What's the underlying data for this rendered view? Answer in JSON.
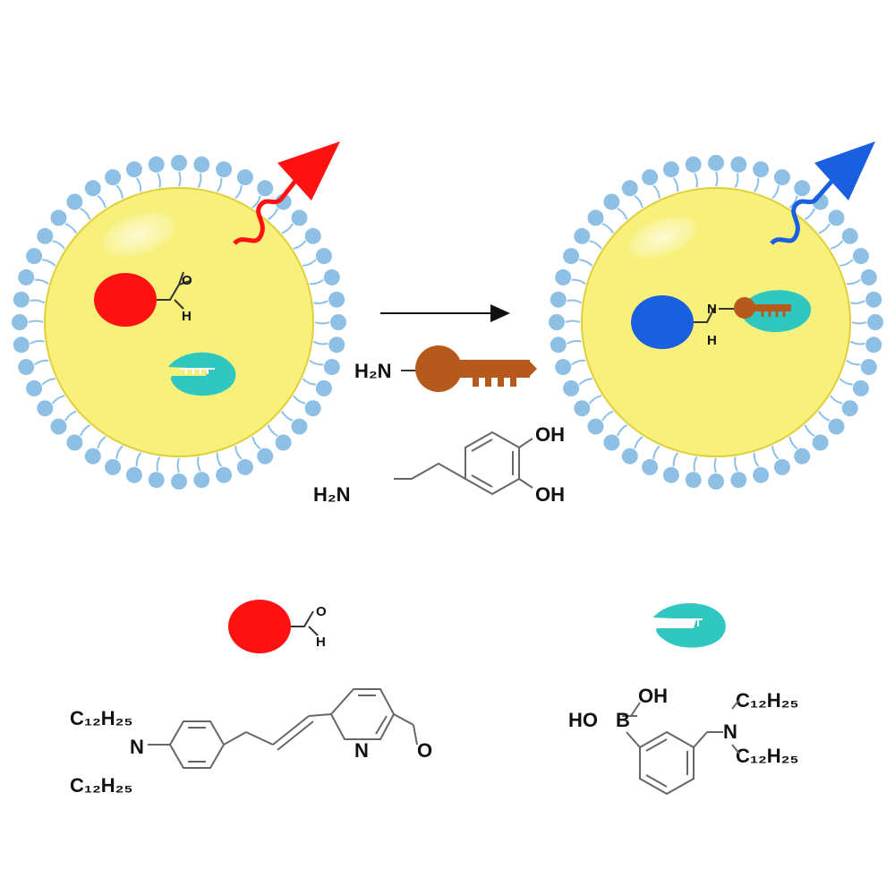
{
  "labels": {
    "aldehyde_O": "O",
    "aldehyde_H": "H",
    "amine_label": "H₂N",
    "dopamine_OH1": "OH",
    "dopamine_OH2": "OH",
    "dopamine_H2N": "H₂N",
    "imine_N": "N",
    "imine_H": "H",
    "legend_aldehyde_O": "O",
    "legend_aldehyde_H": "H",
    "probe_C12_top": "C₁₂H₂₅",
    "probe_N": "N",
    "probe_C12_bottom": "C₁₂H₂₅",
    "probe_pyridine_N": "N",
    "probe_carbonyl_O": "O",
    "boronic_OH": "OH",
    "boronic_HO": "HO",
    "boronic_B": "B",
    "boronic_N": "N",
    "boronic_C12_top": "C₁₂H₂₅",
    "boronic_C12_bottom": "C₁₂H₂₅"
  },
  "colors": {
    "vesicle_fill": "#f7f07a",
    "vesicle_edge": "#e0cf3c",
    "lipid": "#8ec0e6",
    "probe_red": "#ff1111",
    "probe_blue": "#1a5fe0",
    "receptor_teal": "#2fc7c0",
    "key_brown": "#b55a1c",
    "bond": "#666666"
  },
  "icons": {
    "emission_left": "red-wavy-arrow",
    "emission_right": "blue-wavy-arrow",
    "reaction": "right-arrow",
    "analyte": "key-icon"
  }
}
